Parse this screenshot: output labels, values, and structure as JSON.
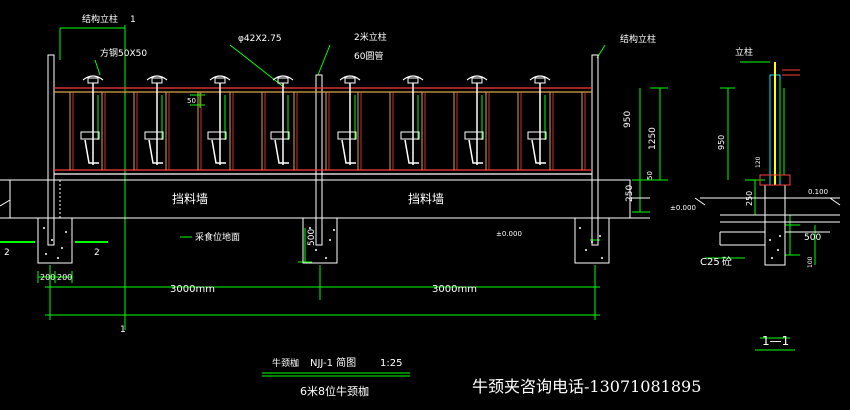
{
  "labels": {
    "structural_post_left": "结构立柱",
    "structural_post_right": "结构立柱",
    "square_steel": "方钢50X50",
    "pipe_spec": "φ42X2.75",
    "post_2m": "2米立柱",
    "round_pipe": "60圆管",
    "feed_wall_1": "挡料墙",
    "feed_wall_2": "挡料墙",
    "feeding_floor": "采食位地面",
    "post_section": "立柱",
    "c25": "C25",
    "c25_suffix": "砼",
    "section_mark": "1—1",
    "section_num_top": "1",
    "section_num_bottom": "1",
    "cut_left": "2",
    "cut_right": "2"
  },
  "dimensions": {
    "d50": "50",
    "d950": "950",
    "d1250": "1250",
    "d50b": "50",
    "d250": "250",
    "d500": "500",
    "d200a": "200",
    "d200b": "200",
    "span1": "3000mm",
    "span2": "3000mm",
    "elev0": "±0.000",
    "elev0b": "±0.000",
    "s950": "950",
    "s250": "250",
    "s500": "500",
    "s100": "100",
    "s0100": "0.100",
    "s120": "120"
  },
  "title_block": {
    "name": "牛颈枷",
    "code": "NJJ-1 简图",
    "scale": "1:25",
    "subtitle": "6米8位牛颈枷"
  },
  "contact": "牛颈夹咨询电话-13071081895",
  "colors": {
    "background": "#000000",
    "line_white": "#ffffff",
    "line_green": "#00ff00",
    "line_red": "#ff3b3b",
    "line_orange": "#d9a64a",
    "line_cyan": "#00e5ff",
    "line_yellow": "#ffff00"
  }
}
